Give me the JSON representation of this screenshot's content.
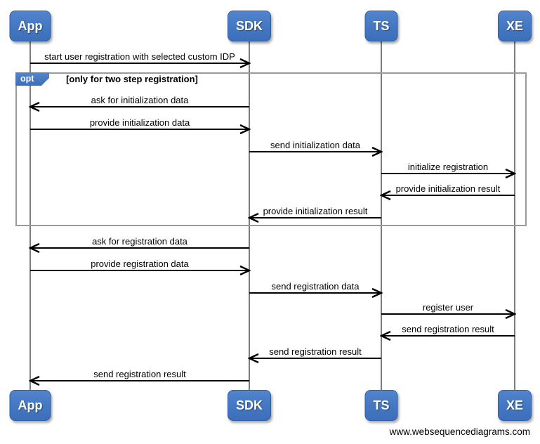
{
  "diagram": {
    "actors": [
      {
        "id": "App",
        "label": "App"
      },
      {
        "id": "SDK",
        "label": "SDK"
      },
      {
        "id": "TS",
        "label": "TS"
      },
      {
        "id": "XE",
        "label": "XE"
      }
    ],
    "fragment": {
      "operator": "opt",
      "condition": "[only for two step registration]"
    },
    "messages": [
      {
        "from": "App",
        "to": "SDK",
        "direction": "right",
        "label": "start user registration with selected custom IDP"
      },
      {
        "from": "SDK",
        "to": "App",
        "direction": "left",
        "label": "ask for initialization data"
      },
      {
        "from": "App",
        "to": "SDK",
        "direction": "right",
        "label": "provide initialization data"
      },
      {
        "from": "SDK",
        "to": "TS",
        "direction": "right",
        "label": "send initialization data"
      },
      {
        "from": "TS",
        "to": "XE",
        "direction": "right",
        "label": "initialize registration"
      },
      {
        "from": "XE",
        "to": "TS",
        "direction": "left",
        "label": "provide initialization result"
      },
      {
        "from": "TS",
        "to": "SDK",
        "direction": "left",
        "label": "provide initialization result"
      },
      {
        "from": "SDK",
        "to": "App",
        "direction": "left",
        "label": "ask for registration data"
      },
      {
        "from": "App",
        "to": "SDK",
        "direction": "right",
        "label": "provide registration data"
      },
      {
        "from": "SDK",
        "to": "TS",
        "direction": "right",
        "label": "send registration data"
      },
      {
        "from": "TS",
        "to": "XE",
        "direction": "right",
        "label": "register user"
      },
      {
        "from": "XE",
        "to": "TS",
        "direction": "left",
        "label": "send registration result"
      },
      {
        "from": "TS",
        "to": "SDK",
        "direction": "left",
        "label": "send registration result"
      },
      {
        "from": "SDK",
        "to": "App",
        "direction": "left",
        "label": "send registration result"
      }
    ],
    "watermark": "www.websequencediagrams.com",
    "colors": {
      "actor_fill": "#4377c2",
      "actor_border": "#2f5da6",
      "frame_border": "#9a9a9a",
      "lifeline": "#7d7d7d",
      "arrow": "#000000"
    }
  }
}
